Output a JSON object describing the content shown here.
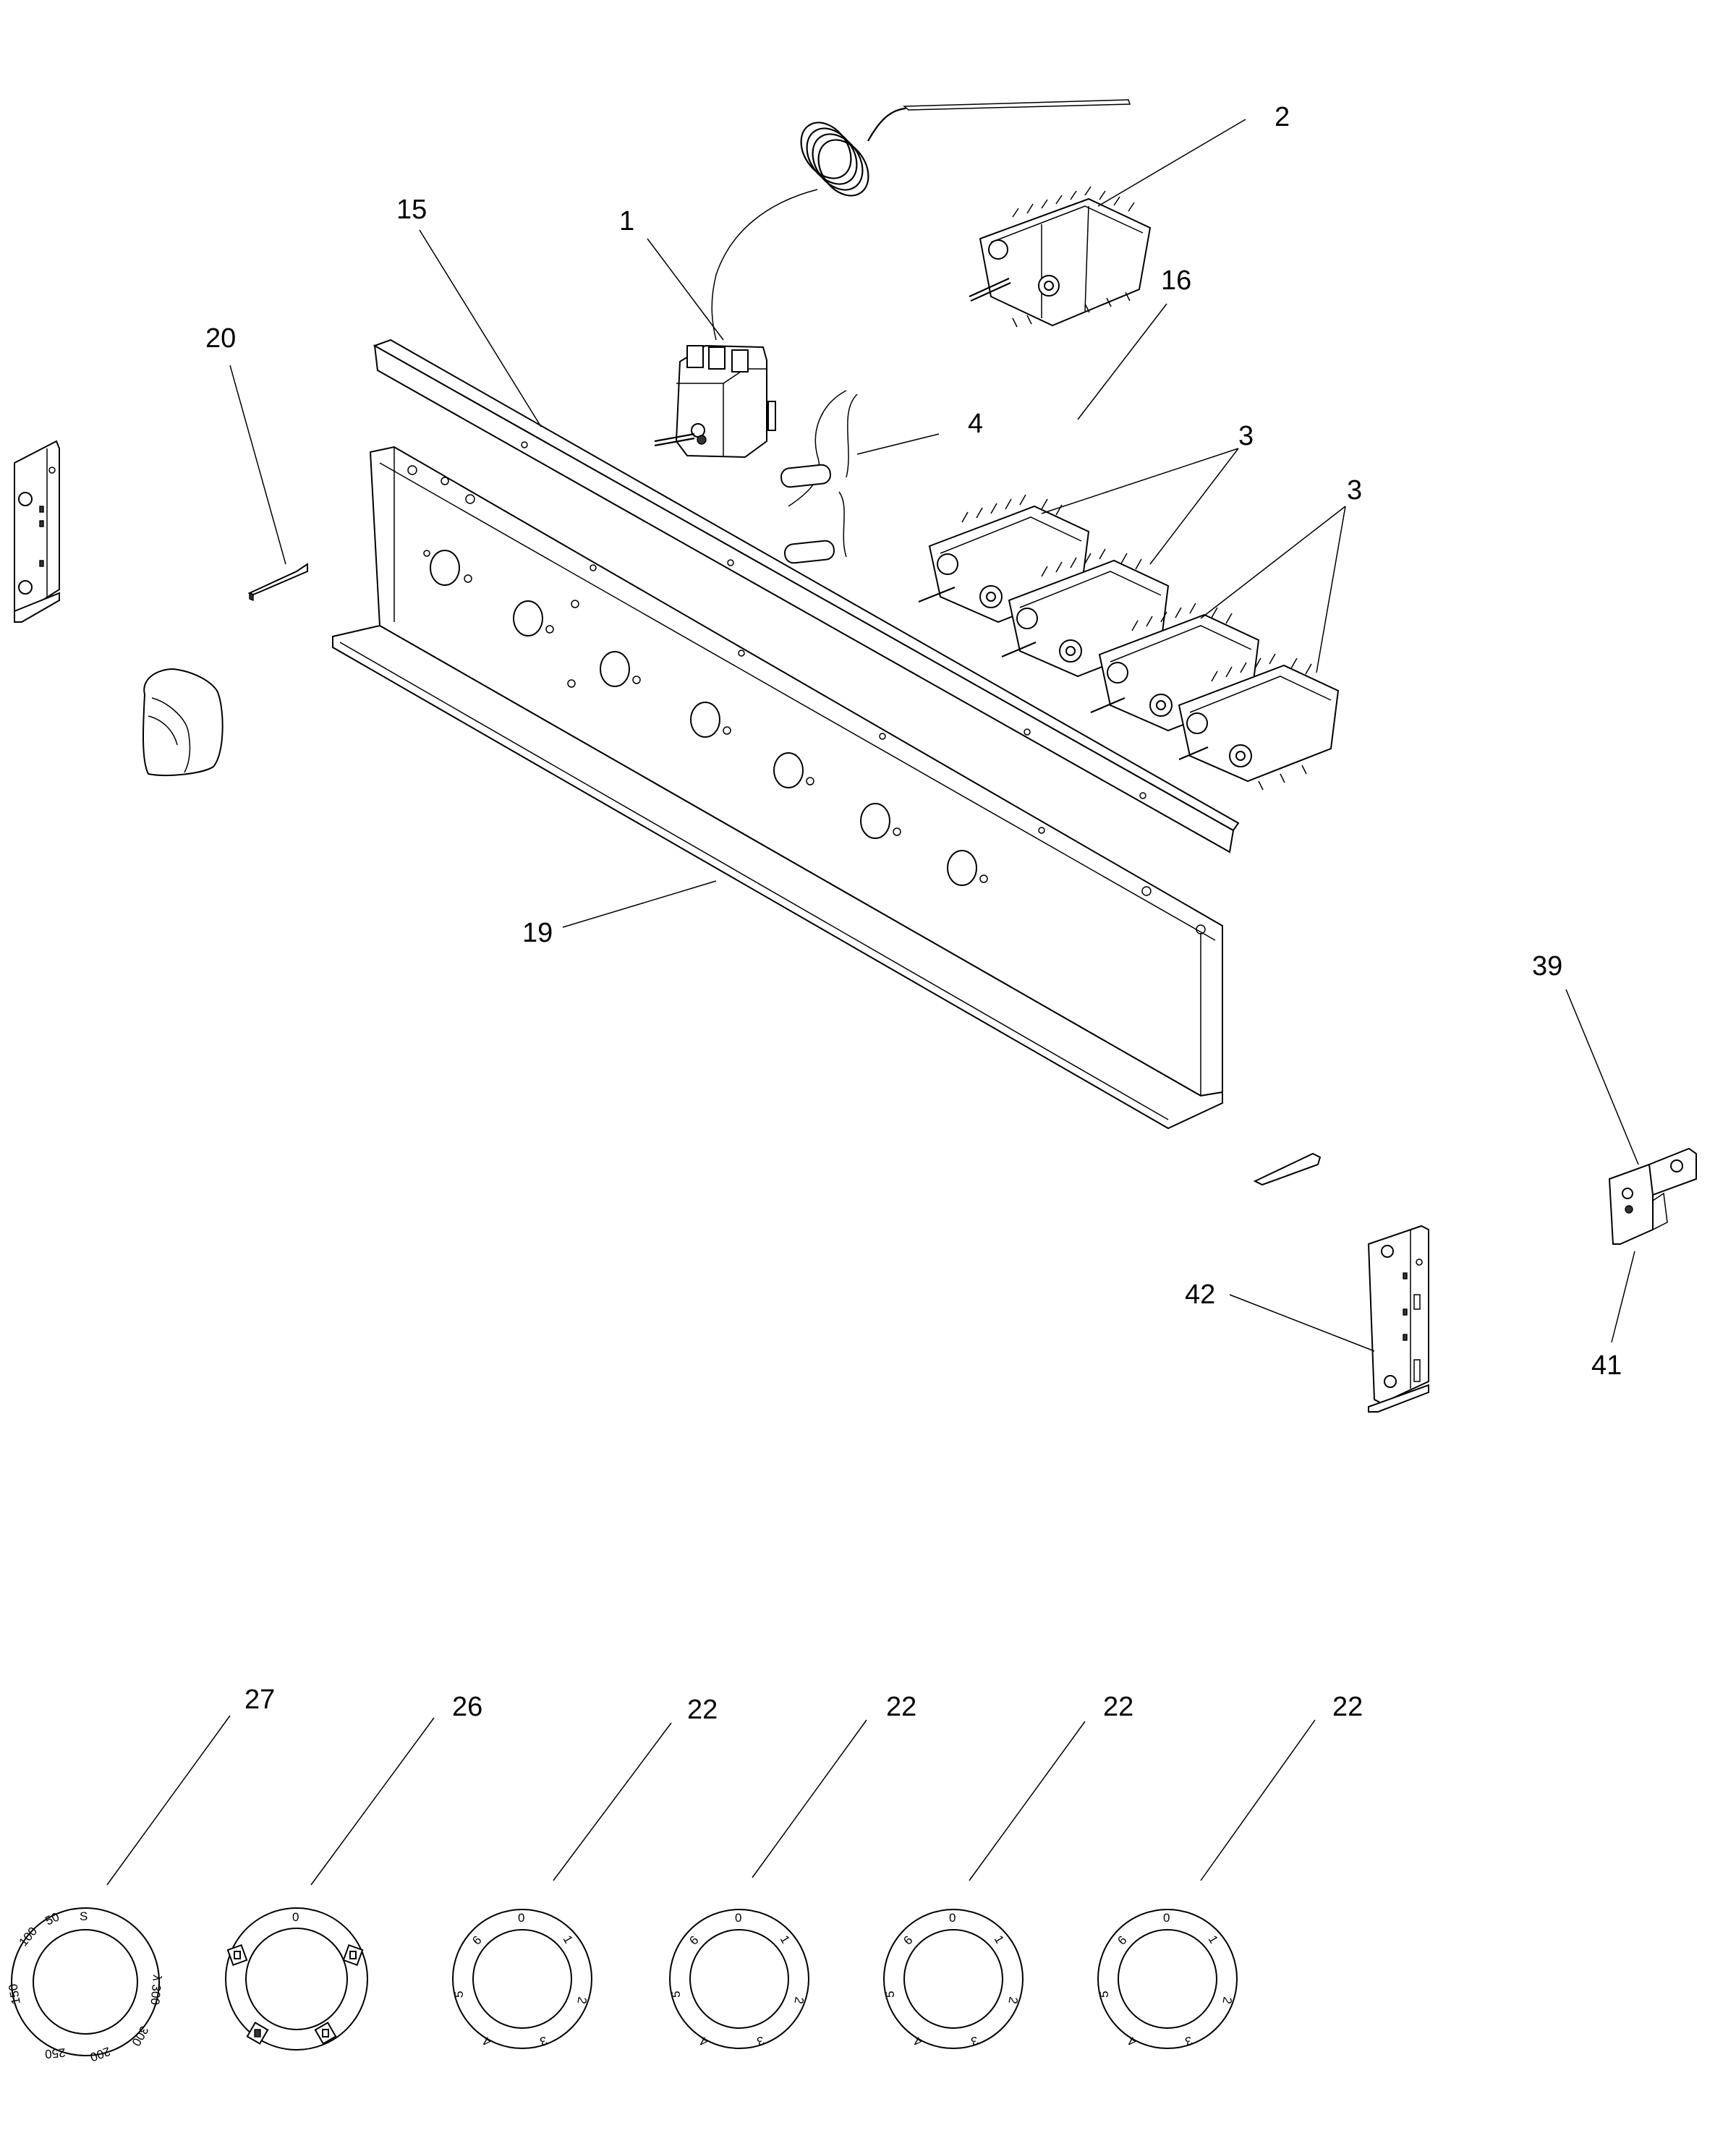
{
  "callouts": {
    "c1": "1",
    "c2": "2",
    "c3a": "3",
    "c3b": "3",
    "c4": "4",
    "c15": "15",
    "c16": "16",
    "c19": "19",
    "c20": "20",
    "c22a": "22",
    "c22b": "22",
    "c22c": "22",
    "c22d": "22",
    "c26": "26",
    "c27": "27",
    "c39": "39",
    "c41": "41",
    "c42": "42"
  },
  "dials": {
    "temp_dial": {
      "marks": [
        "S",
        "50",
        "100",
        "150",
        "250",
        "200",
        "300",
        "λ 300"
      ]
    },
    "function_dial": {
      "marks": [
        "0"
      ]
    },
    "power_dial_marks": [
      "0",
      "1",
      "2",
      "3",
      "4",
      "5",
      "6"
    ]
  }
}
